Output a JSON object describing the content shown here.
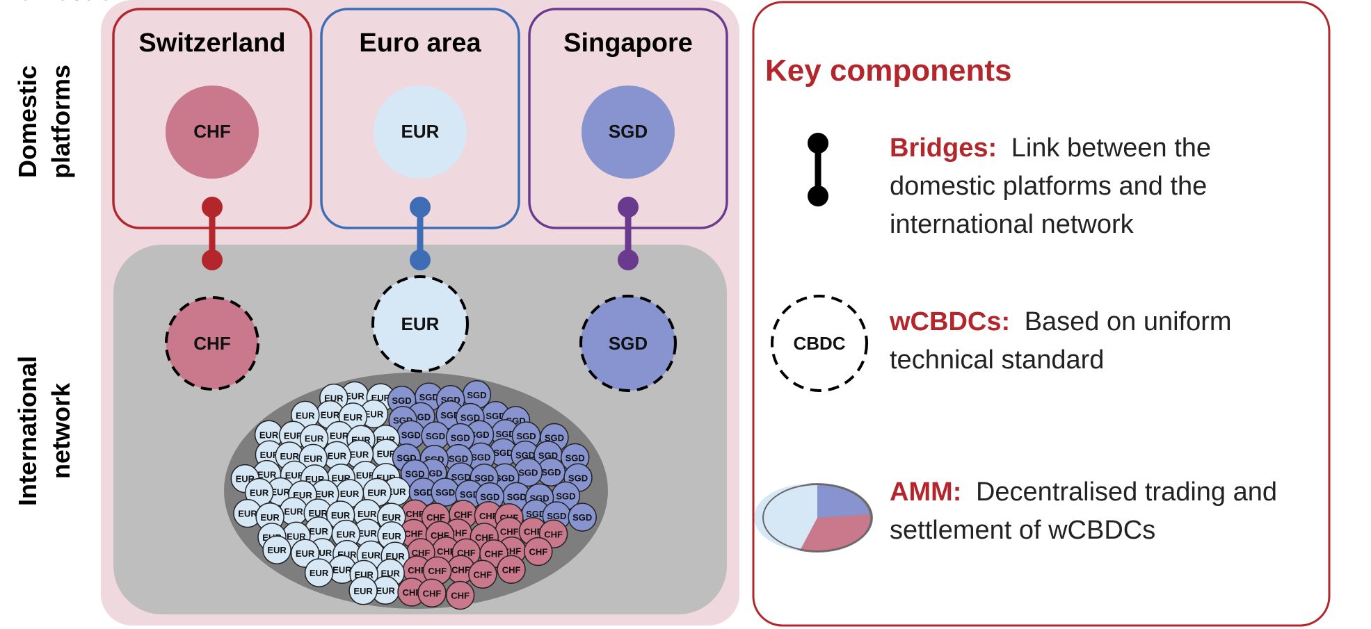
{
  "labels": {
    "domestic": [
      "Domestic",
      "platforms"
    ],
    "international": [
      "International",
      "network"
    ]
  },
  "platforms": [
    {
      "name": "Switzerland",
      "currency": "CHF",
      "color": "#C9798B",
      "border": "#B3262B",
      "bridge": "#B3262B"
    },
    {
      "name": "Euro area",
      "currency": "EUR",
      "color": "#D6E8F6",
      "border": "#3E6DB5",
      "bridge": "#3E6DB5"
    },
    {
      "name": "Singapore",
      "currency": "SGD",
      "color": "#8794CF",
      "border": "#6A3A8E",
      "bridge": "#6A3A8E"
    }
  ],
  "amm_coins": [
    "EUR",
    "SGD",
    "CHF"
  ],
  "key": {
    "title": "Key components",
    "items": [
      {
        "head": "Bridges:",
        "lines": [
          "Link between the",
          "domestic platforms and the",
          "international network"
        ]
      },
      {
        "head": "wCBDCs:",
        "lines": [
          "Based on uniform",
          "technical standard"
        ],
        "icon_label": "CBDC"
      },
      {
        "head": "AMM:",
        "lines": [
          "Decentralised trading and",
          "settlement of wCBDCs"
        ]
      }
    ]
  },
  "colors": {
    "accent_red": "#B3262B",
    "outer_panel": "#EFD8DE",
    "network_gray": "#BEBEBE",
    "amm_ellipse": "#7E7E7E",
    "chf": "#C9798B",
    "eur": "#D6E8F6",
    "sgd": "#8794CF"
  }
}
